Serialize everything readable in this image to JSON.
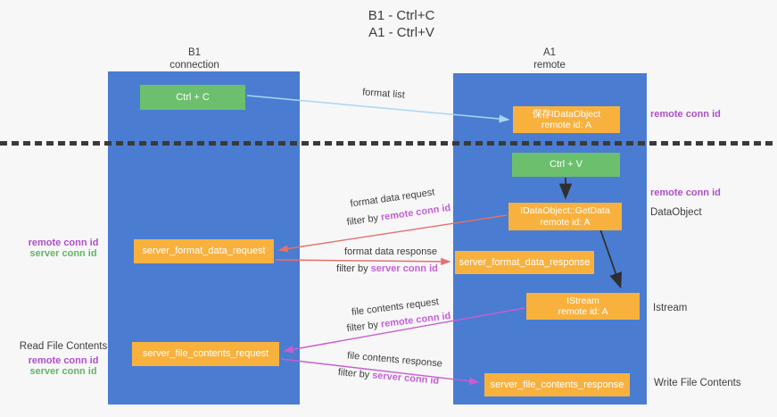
{
  "colors": {
    "bg": "#f7f7f8",
    "column-blue": "#4a7dd1",
    "box-orange": "#f9b13e",
    "box-green": "#6cbf6d",
    "purple": "#ae4fc9",
    "purple-inline": "#c45fd8",
    "green-label": "#64b566",
    "red-arrow": "#e4706b",
    "magenta-arrow": "#cb5ccf",
    "blue-arrow": "#aad6f2",
    "black-arrow": "#2f2f2f",
    "dark": "#3d3d3d"
  },
  "title": {
    "line1": "B1 - Ctrl+C",
    "line2": "A1 - Ctrl+V"
  },
  "columns": {
    "left": {
      "name": "B1",
      "role": "connection"
    },
    "right": {
      "name": "A1",
      "role": "remote"
    }
  },
  "boxes": {
    "ctrl_c": "Ctrl + C",
    "ctrl_v": "Ctrl + V",
    "save_idataobject": {
      "line1": "保存IDataObject",
      "line2": "remote id: A"
    },
    "getdata": {
      "line1": "IDataObject::GetData",
      "line2": "remote id: A"
    },
    "istream": {
      "line1": "IStream",
      "line2": "remote id: A"
    },
    "format_request": "server_format_data_request",
    "format_response": "server_format_data_response",
    "file_request": "server_file_contents_request",
    "file_response": "server_file_contents_response"
  },
  "labels": {
    "remote_conn_id": "remote conn id",
    "server_conn_id": "server conn id",
    "dataobject": "DataObject",
    "istream": "Istream",
    "read_file_contents": "Read File Contents",
    "write_file_contents": "Write File Contents"
  },
  "arrows": {
    "format_list": "format list",
    "format_data_request": "format data request",
    "format_data_response": "format data response",
    "file_contents_request": "file contents request",
    "file_contents_response": "file contents response",
    "filter_by": "filter by "
  }
}
